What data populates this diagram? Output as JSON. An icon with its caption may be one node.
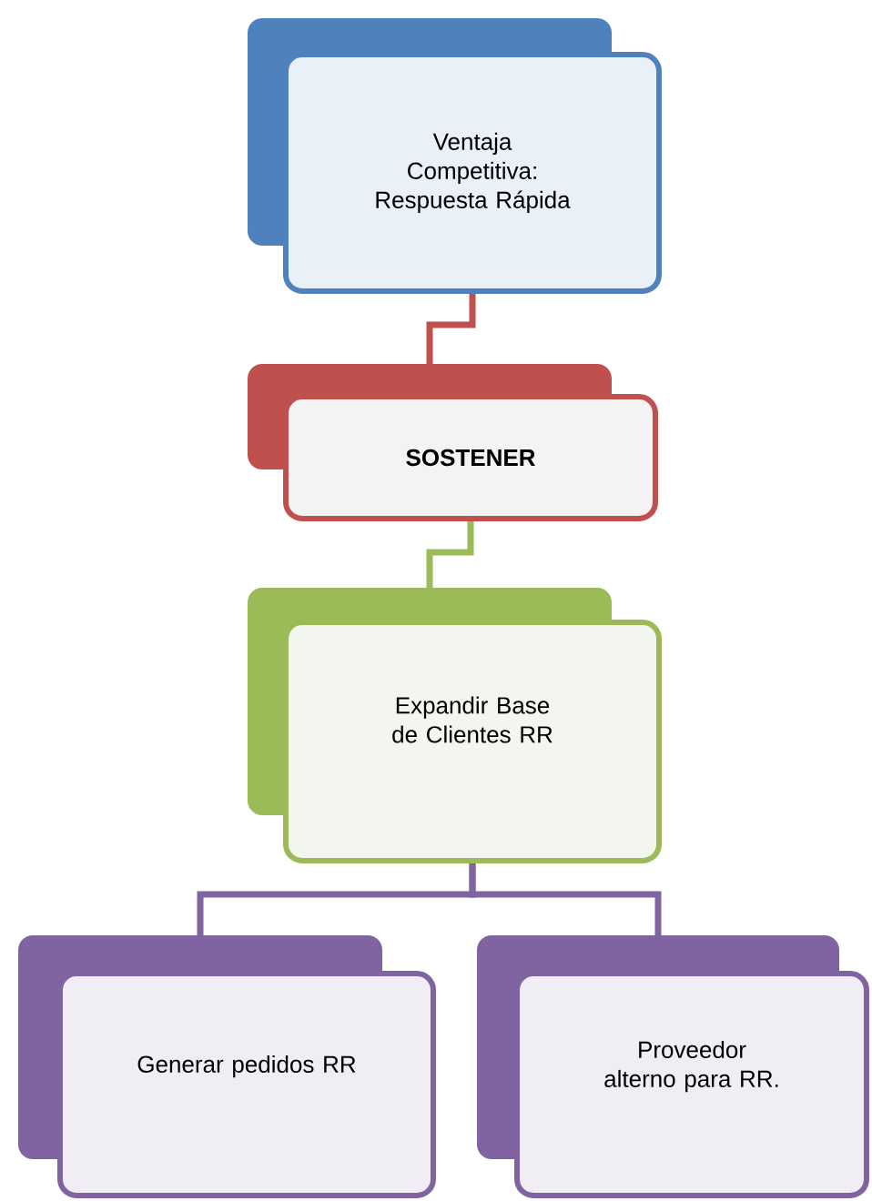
{
  "diagram": {
    "nodes": [
      {
        "text": [
          "Ventaja Competitiva: Respuesta Rápida"
        ]
      },
      {
        "text": [
          "**SOSTENER**"
        ]
      },
      {
        "text": [
          "Expandir Base de Clientes RR"
        ]
      },
      {
        "text": [
          "Generar pedidos RR"
        ]
      },
      {
        "text": [
          "Proveedor alterno para RR."
        ]
      }
    ],
    "edges": [
      {
        "from": 0,
        "to": 1,
        "arrow": "none",
        "color": "#c0504d"
      },
      {
        "from": 1,
        "to": 2,
        "arrow": "none",
        "color": "#9bbb59"
      },
      {
        "from": 2,
        "to": 3,
        "arrow": "none"
      },
      {
        "from": 2,
        "to": 4,
        "arrow": "none"
      }
    ]
  }
}
